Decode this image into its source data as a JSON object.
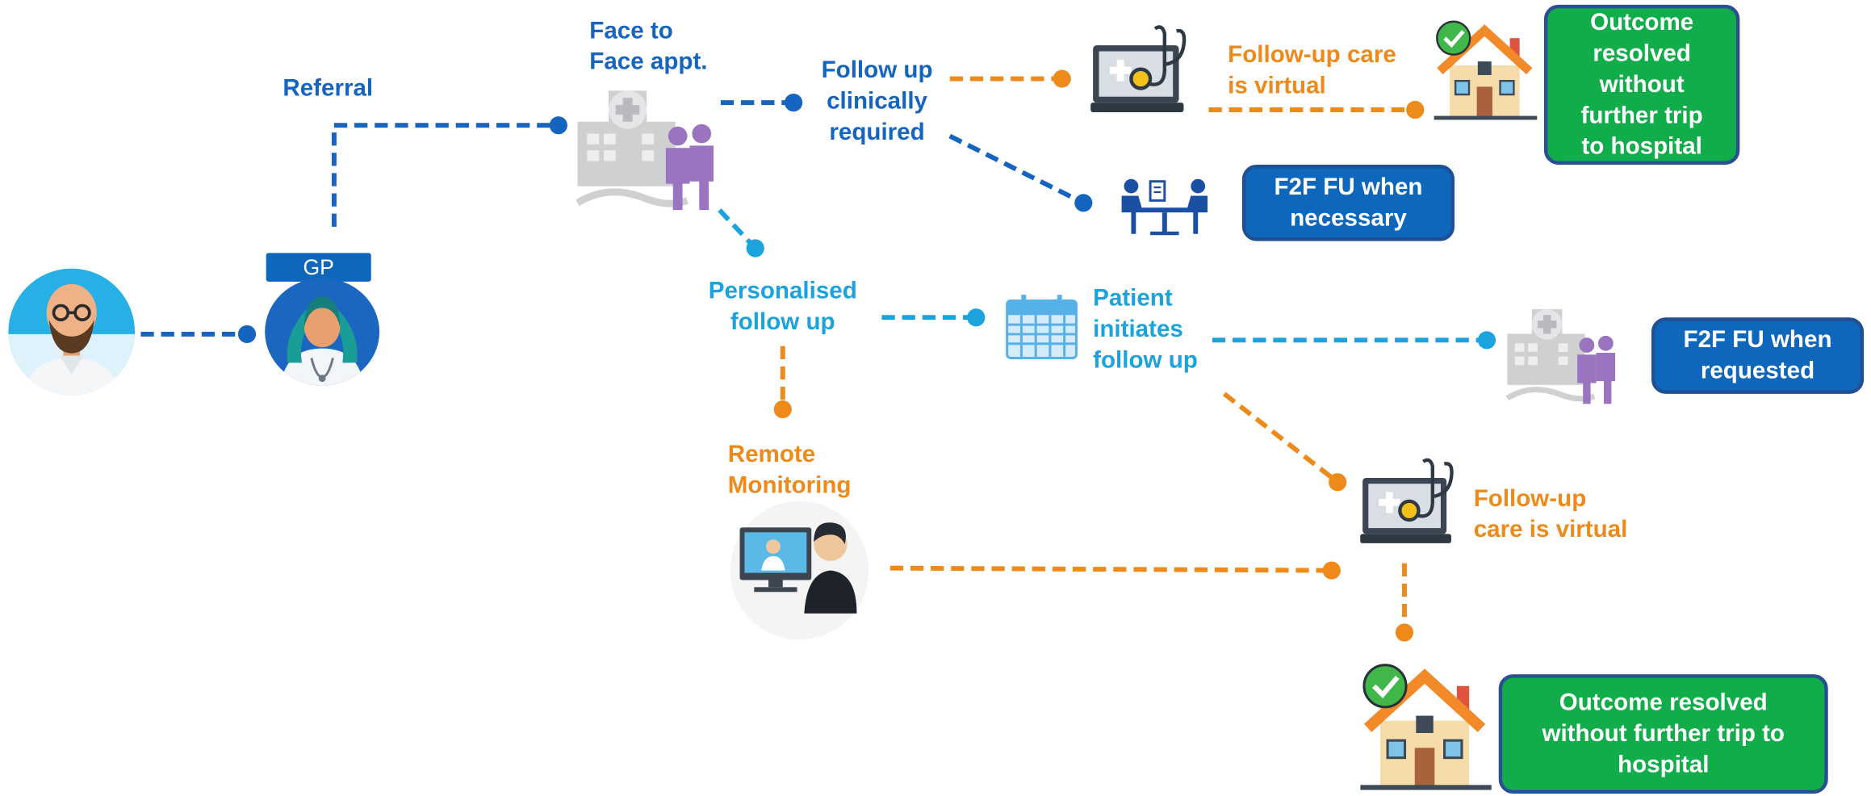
{
  "gp_label": "GP",
  "labels": {
    "referral": "Referral",
    "face_to_face": [
      "Face to",
      "Face appt."
    ],
    "follow_up_clinical": [
      "Follow up",
      "clinically",
      "required"
    ],
    "follow_up_virtual_top": [
      "Follow-up care",
      "is virtual"
    ],
    "personalised": [
      "Personalised",
      "follow up"
    ],
    "patient_initiates": [
      "Patient",
      "initiates",
      "follow up"
    ],
    "remote_monitoring": [
      "Remote",
      "Monitoring"
    ],
    "follow_up_virtual_bottom": [
      "Follow-up",
      "care is virtual"
    ]
  },
  "boxes": {
    "outcome_top": [
      "Outcome",
      "resolved",
      "without",
      "further trip",
      "to hospital"
    ],
    "f2f_necessary": [
      "F2F FU when",
      "necessary"
    ],
    "f2f_requested": [
      "F2F FU when",
      "requested"
    ],
    "outcome_bottom": [
      "Outcome resolved",
      "without further trip to",
      "hospital"
    ]
  },
  "colors": {
    "dark_blue": "#1565c0",
    "light_blue": "#1aa3dd",
    "orange": "#ee8a1a",
    "green": "#11ad4a",
    "box_blue": "#0e67bb"
  }
}
